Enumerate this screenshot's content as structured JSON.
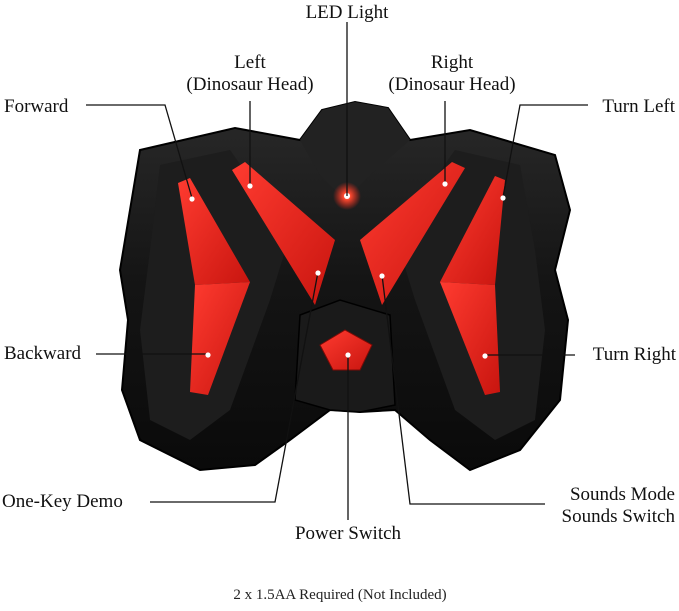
{
  "labels": {
    "led_light": "LED Light",
    "left_line1": "Left",
    "left_line2": "(Dinosaur Head)",
    "right_line1": "Right",
    "right_line2": "(Dinosaur Head)",
    "forward": "Forward",
    "turn_left": "Turn Left",
    "backward": "Backward",
    "turn_right": "Turn Right",
    "one_key_demo": "One-Key Demo",
    "power_switch": "Power Switch",
    "sounds_mode": "Sounds Mode",
    "sounds_switch": "Sounds Switch"
  },
  "footnote": "2 x 1.5AA Required (Not Included)",
  "colors": {
    "body": "#151515",
    "button_red": "#e8231c",
    "led_red": "#ff2a1a",
    "line": "#111111"
  }
}
